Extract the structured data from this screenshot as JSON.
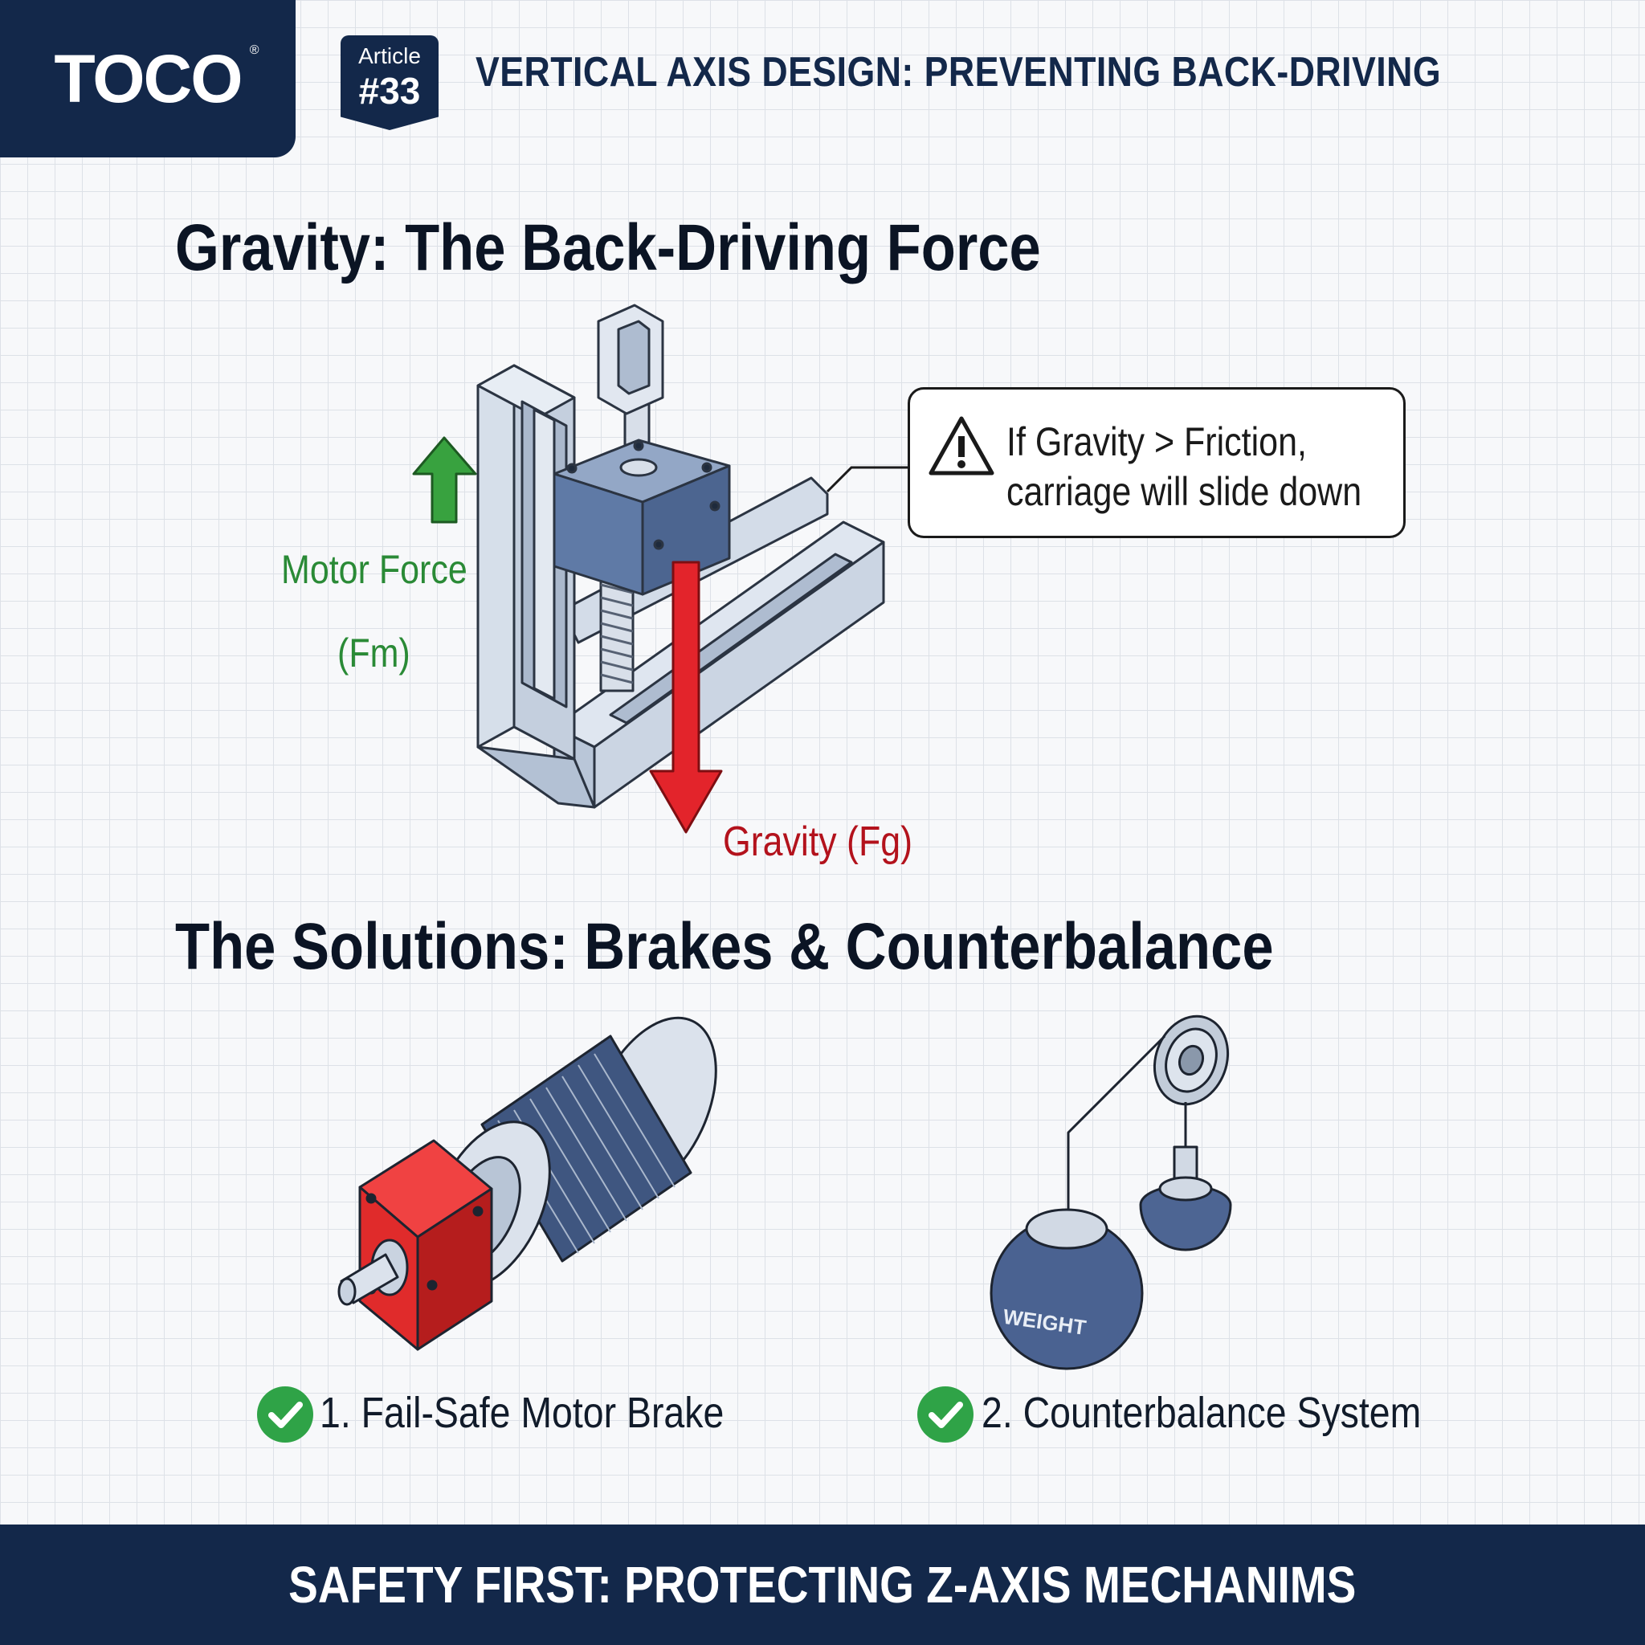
{
  "header": {
    "brand": "TOCO",
    "brand_mark": "®",
    "badge_label": "Article",
    "badge_number": "#33",
    "title": "VERTICAL AXIS DESIGN: PREVENTING BACK-DRIVING"
  },
  "section_gravity": {
    "heading": "Gravity: The Back-Driving Force",
    "callout_line1": "If Gravity > Friction,",
    "callout_line2": "carriage will slide down",
    "callout_icon": "warning-triangle-icon",
    "motor_force_label": "Motor Force",
    "motor_force_symbol": "(Fm)",
    "gravity_label": "Gravity (Fg)"
  },
  "section_solutions": {
    "heading": "The Solutions:  Brakes & Counterbalance",
    "solution1": "1. Fail-Safe Motor Brake",
    "solution2": "2. Counterbalance System",
    "weight_text": "WEIGHT",
    "check_icon": "check-circle-icon"
  },
  "footer": {
    "text": "SAFETY FIRST: PROTECTING Z-AXIS MECHANIMS"
  },
  "colors": {
    "navy": "#13284a",
    "motor_force_green": "#2a8a36",
    "gravity_red": "#b3121c",
    "arrow_red": "#e3242b",
    "check_green": "#2fa347",
    "steel": "#c9d4e3",
    "carriage_blue": "#5f7aa6",
    "brake_red": "#e02b2b"
  }
}
